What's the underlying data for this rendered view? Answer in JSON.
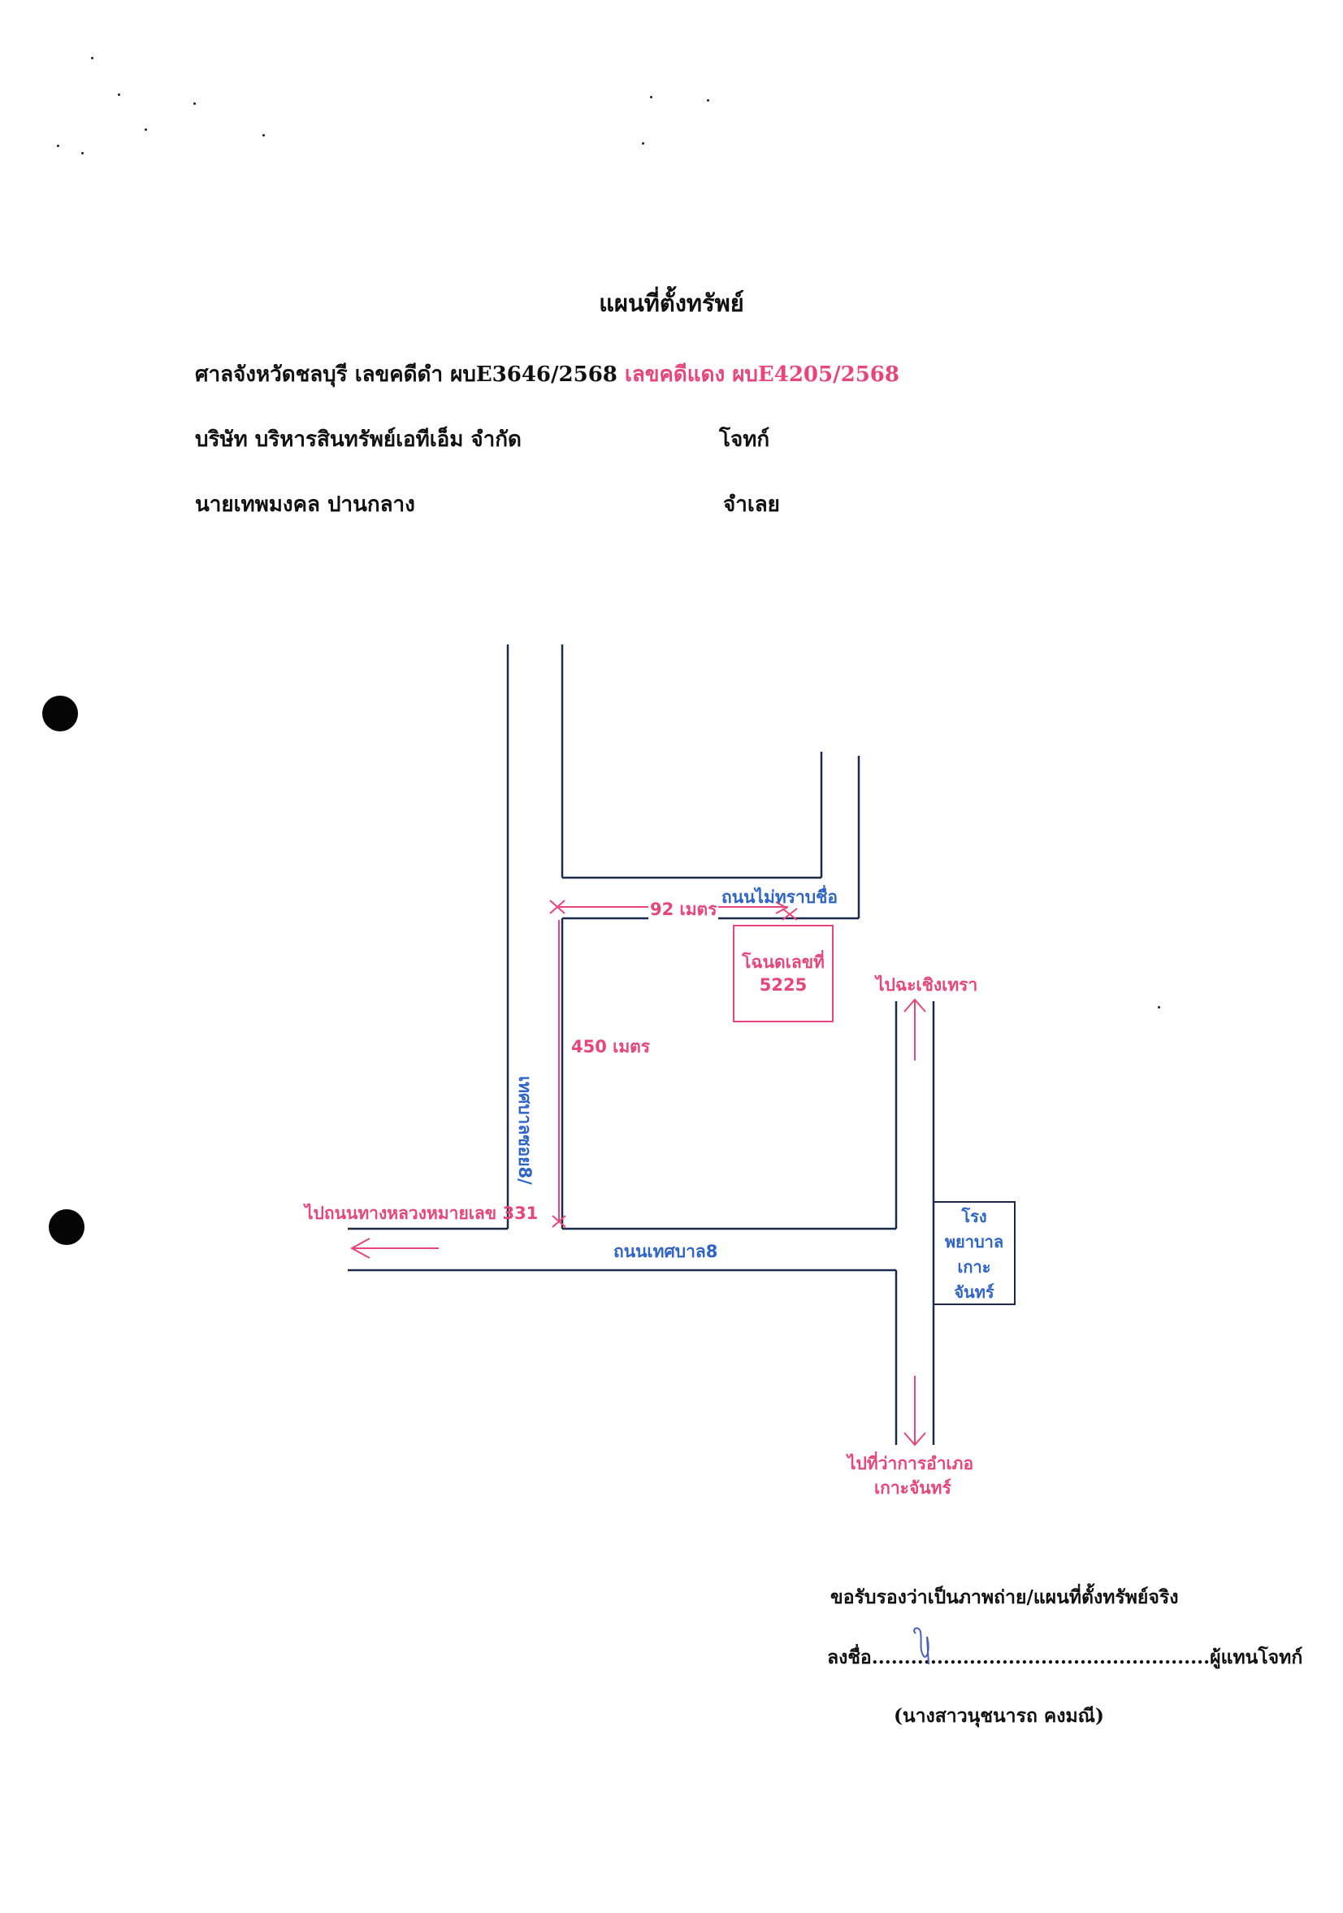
{
  "document": {
    "title": "แผนที่ตั้งทรัพย์",
    "court_line": {
      "black_case": "ศาลจังหวัดชลบุรี เลขคดีดำ ผบE3646/2568",
      "red_case": "เลขคดีแดง ผบE4205/2568"
    },
    "plaintiff": {
      "name": "บริษัท บริหารสินทรัพย์เอทีเอ็ม จำกัด",
      "role": "โจทก์"
    },
    "defendant": {
      "name": "นายเทพมงคล ปานกลาง",
      "role": "จำเลย"
    }
  },
  "map": {
    "unnamed_road": "ถนนไม่ทราบชื่อ",
    "distance_horizontal": "92 เมตร",
    "distance_vertical": "450 เมตร",
    "deed_line1": "โฉนดเลขที่",
    "deed_line2": "5225",
    "to_choeng_thao": "ไปฉะเชิงเทรา",
    "soi_label": "เทศบาลซอย8/",
    "to_highway": "ไปถนนทางหลวงหมายเลข 331",
    "main_road": "ถนนเทศบาล8",
    "hospital_lines": [
      "โรง",
      "พยาบาล",
      "เกาะ",
      "จันทร์"
    ],
    "to_district_line1": "ไปที่ว่าการอำเภอ",
    "to_district_line2": "เกาะจันทร์",
    "colors": {
      "road": "#1b2a4a",
      "pink": "#e8457a",
      "blue": "#2e64c8"
    }
  },
  "certification": {
    "statement": "ขอรับรองว่าเป็นภาพถ่าย/แผนที่ตั้งทรัพย์จริง",
    "sign_label": "ลงชื่อ",
    "sign_dots": "....................................................",
    "sign_role": "ผู้แทนโจทก์",
    "signer": "(นางสาวนุชนารถ คงมณี)"
  }
}
